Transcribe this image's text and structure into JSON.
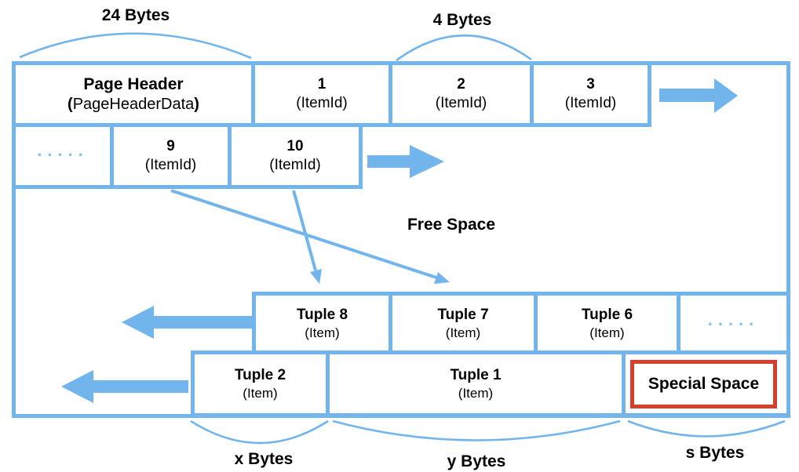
{
  "colors": {
    "blue": "#72b5ec",
    "dots_blue": "#85c1f0",
    "red": "#d4402b",
    "text": "#000000"
  },
  "top_labels": {
    "header_bytes": "24 Bytes",
    "itemid_bytes": "4 Bytes"
  },
  "free_space_label": "Free Space",
  "bottom_labels": {
    "x": "x Bytes",
    "y": "y Bytes",
    "s": "s Bytes"
  },
  "row1": {
    "page_header": {
      "title": "Page Header",
      "paren_open": "(",
      "name": "PageHeaderData",
      "paren_close": ")"
    },
    "cells": [
      {
        "num": "1",
        "sub": "(ItemId)"
      },
      {
        "num": "2",
        "sub": "(ItemId)"
      },
      {
        "num": "3",
        "sub": "(ItemId)"
      }
    ]
  },
  "row2": {
    "dots": ".....",
    "cells": [
      {
        "num": "9",
        "sub": "(ItemId)"
      },
      {
        "num": "10",
        "sub": "(ItemId)"
      }
    ]
  },
  "tuple_row1": {
    "cells": [
      {
        "title": "Tuple 8",
        "sub": "(Item)"
      },
      {
        "title": "Tuple 7",
        "sub": "(Item)"
      },
      {
        "title": "Tuple 6",
        "sub": "(Item)"
      }
    ],
    "dots": "....."
  },
  "tuple_row2": {
    "cells": [
      {
        "title": "Tuple 2",
        "sub": "(Item)"
      },
      {
        "title": "Tuple 1",
        "sub": "(Item)"
      }
    ],
    "special": "Special Space"
  }
}
